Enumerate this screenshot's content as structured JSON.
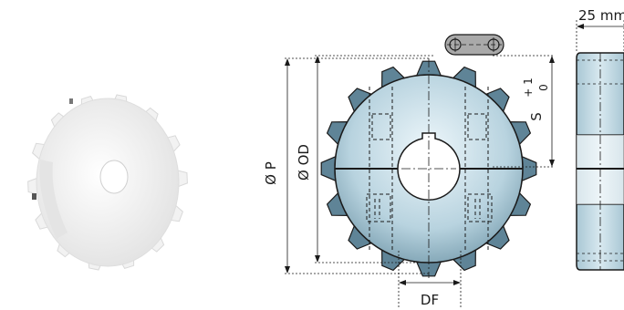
{
  "labels": {
    "width_dim": "25 mm",
    "pitch_dia": "Ø P",
    "outer_dia": "Ø OD",
    "slot_depth": "S",
    "tol_plus": "+ 1",
    "tol_zero": "0",
    "distance_flats": "DF"
  },
  "colors": {
    "sprocket_fill_center": "#e6f3f8",
    "sprocket_fill_edge": "#7fa6b7",
    "tooth_fill": "#5f8497",
    "side_fill": "#c9dee7",
    "outline": "#1a1a1a",
    "link_fill": "#a9a9a9",
    "product_white": "#f4f4f4"
  },
  "icons": {
    "product_photo": "white-plastic-sprocket-photo",
    "chain_link": "chain-link-icon"
  }
}
